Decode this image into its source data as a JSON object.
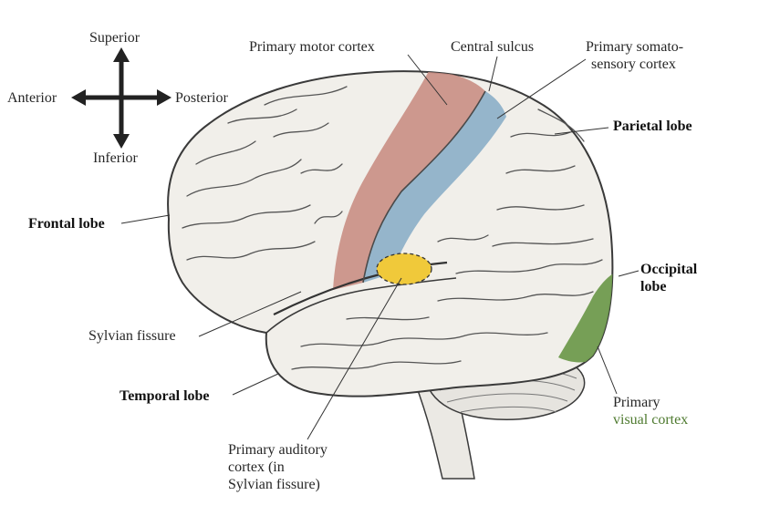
{
  "compass": {
    "superior": "Superior",
    "inferior": "Inferior",
    "anterior": "Anterior",
    "posterior": "Posterior"
  },
  "labels": {
    "primary_motor_cortex": "Primary motor cortex",
    "central_sulcus": "Central sulcus",
    "somatosensory_line1": "Primary somato-",
    "somatosensory_line2": "sensory cortex",
    "parietal_lobe": "Parietal lobe",
    "frontal_lobe": "Frontal lobe",
    "occipital_line1": "Occipital",
    "occipital_line2": "lobe",
    "sylvian_fissure": "Sylvian fissure",
    "temporal_lobe": "Temporal lobe",
    "auditory_line1": "Primary auditory",
    "auditory_line2": "cortex (in",
    "auditory_line3": "Sylvian fissure)",
    "visual_line1": "Primary",
    "visual_line2": "visual cortex"
  },
  "colors": {
    "motor_cortex": "#c98e84",
    "somatosensory_cortex": "#8fb1c9",
    "auditory_cortex": "#f0c93a",
    "visual_cortex": "#6f9a4e",
    "brain": "#f1efea",
    "outline": "#3a3a3a",
    "label_green": "#4e7a2f"
  }
}
